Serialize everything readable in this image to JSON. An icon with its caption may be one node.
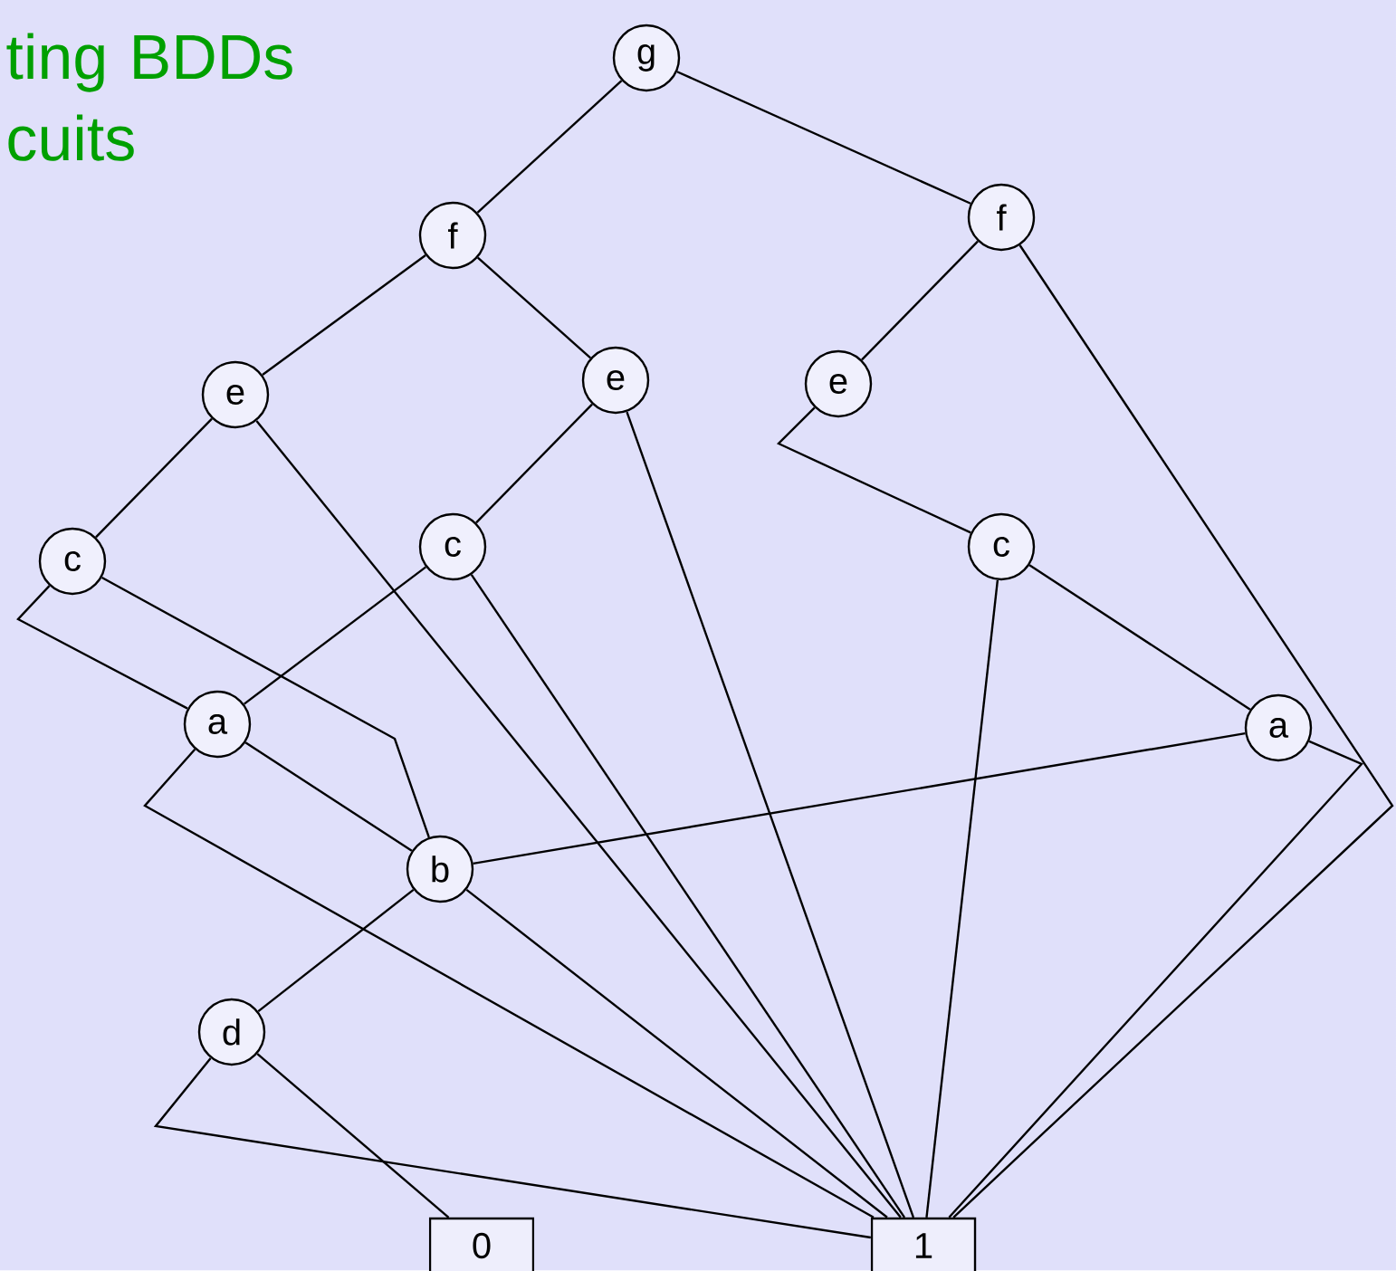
{
  "diagram": {
    "title": "ting BDDs cuits",
    "nodes": [
      {
        "text": [
          "g"
        ]
      },
      {
        "text": [
          "f"
        ]
      },
      {
        "text": [
          "f"
        ]
      },
      {
        "text": [
          "e"
        ]
      },
      {
        "text": [
          "e"
        ]
      },
      {
        "text": [
          "e"
        ]
      },
      {
        "text": [
          "c"
        ]
      },
      {
        "text": [
          "c"
        ]
      },
      {
        "text": [
          "c"
        ]
      },
      {
        "text": [
          "a"
        ]
      },
      {
        "text": [
          "a"
        ]
      },
      {
        "text": [
          "b"
        ]
      },
      {
        "text": [
          "d"
        ]
      },
      {
        "text": [
          "0"
        ]
      },
      {
        "text": [
          "1"
        ]
      }
    ],
    "edges": [
      {
        "from": 0,
        "to": 1,
        "arrow": "none"
      },
      {
        "from": 0,
        "to": 2,
        "arrow": "none"
      },
      {
        "from": 1,
        "to": 3,
        "arrow": "none"
      },
      {
        "from": 1,
        "to": 4,
        "arrow": "none"
      },
      {
        "from": 2,
        "to": 5,
        "arrow": "none"
      },
      {
        "from": 2,
        "to": 14,
        "arrow": "none"
      },
      {
        "from": 3,
        "to": 6,
        "arrow": "none"
      },
      {
        "from": 3,
        "to": 14,
        "arrow": "none"
      },
      {
        "from": 4,
        "to": 7,
        "arrow": "none"
      },
      {
        "from": 4,
        "to": 14,
        "arrow": "none"
      },
      {
        "from": 5,
        "to": 8,
        "arrow": "none"
      },
      {
        "from": 6,
        "to": 9,
        "arrow": "none"
      },
      {
        "from": 6,
        "to": 11,
        "arrow": "none"
      },
      {
        "from": 7,
        "to": 9,
        "arrow": "none"
      },
      {
        "from": 7,
        "to": 14,
        "arrow": "none"
      },
      {
        "from": 8,
        "to": 14,
        "arrow": "none"
      },
      {
        "from": 8,
        "to": 10,
        "arrow": "none"
      },
      {
        "from": 9,
        "to": 11,
        "arrow": "none"
      },
      {
        "from": 9,
        "to": 14,
        "arrow": "none"
      },
      {
        "from": 10,
        "to": 11,
        "arrow": "none"
      },
      {
        "from": 10,
        "to": 14,
        "arrow": "none"
      },
      {
        "from": 11,
        "to": 12,
        "arrow": "none"
      },
      {
        "from": 11,
        "to": 14,
        "arrow": "none"
      },
      {
        "from": 12,
        "to": 13,
        "arrow": "none"
      },
      {
        "from": 12,
        "to": 14,
        "arrow": "none"
      }
    ]
  }
}
